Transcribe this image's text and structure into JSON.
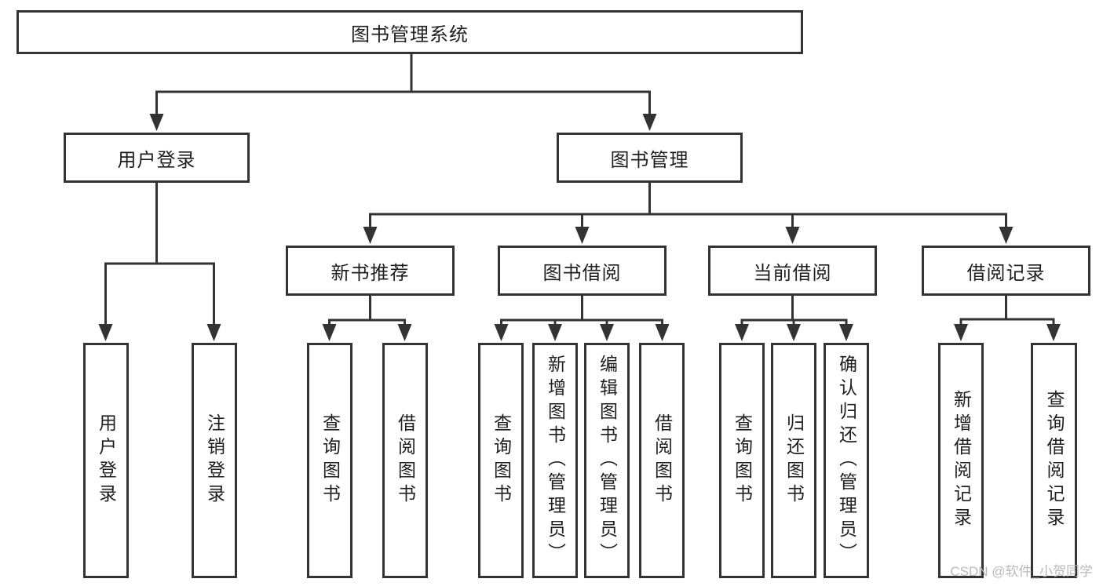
{
  "diagram": {
    "root": {
      "label": "图书管理系统"
    },
    "level1": [
      {
        "label": "用户登录"
      },
      {
        "label": "图书管理"
      }
    ],
    "level2": [
      {
        "label": "新书推荐"
      },
      {
        "label": "图书借阅"
      },
      {
        "label": "当前借阅"
      },
      {
        "label": "借阅记录"
      }
    ],
    "leaves": {
      "user_login": {
        "label": "用户登录"
      },
      "logout_login": {
        "label": "注销登录"
      },
      "rec_query_book": {
        "label": "查询图书"
      },
      "rec_borrow_book": {
        "label": "借阅图书"
      },
      "borrow_query_book": {
        "label": "查询图书"
      },
      "borrow_add_book": {
        "label": "新增图书（管理员）"
      },
      "borrow_edit_book": {
        "label": "编辑图书（管理员）"
      },
      "borrow_borrow_book": {
        "label": "借阅图书"
      },
      "current_query_book": {
        "label": "查询图书"
      },
      "current_return_book": {
        "label": "归还图书"
      },
      "current_confirm_return": {
        "label": "确认归还（管理员）"
      },
      "record_add": {
        "label": "新增借阅记录"
      },
      "record_query": {
        "label": "查询借阅记录"
      }
    }
  },
  "watermark": {
    "text": "CSDN @软件_小贺同学"
  },
  "colors": {
    "line": "#333333",
    "box_border": "#333333",
    "text": "#1f1f1f",
    "watermark": "#b3b3b3",
    "background": "#ffffff"
  }
}
